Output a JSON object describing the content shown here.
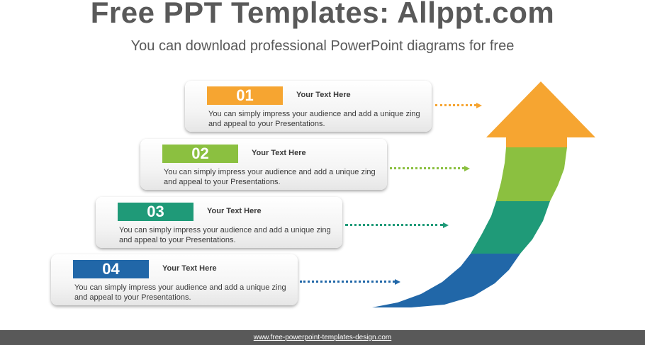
{
  "header": {
    "title": "Free PPT Templates: Allppt.com",
    "subtitle": "You can download professional PowerPoint diagrams for free"
  },
  "steps": [
    {
      "number": "01",
      "title": "Your Text Here",
      "text": "You can simply impress your audience and add a unique zing and appeal to your Presentations.",
      "color": "#F6A531"
    },
    {
      "number": "02",
      "title": "Your Text Here",
      "text": "You can simply impress your audience and add a unique zing and appeal to your Presentations.",
      "color": "#8BC040"
    },
    {
      "number": "03",
      "title": "Your Text Here",
      "text": "You can simply impress your audience and add a unique zing and appeal to your Presentations.",
      "color": "#1F9A78"
    },
    {
      "number": "04",
      "title": "Your Text Here",
      "text": "You can simply impress your audience and add a unique zing and appeal to your Presentations.",
      "color": "#2167A8"
    }
  ],
  "footer": {
    "url": "www.free-powerpoint-templates-design.com"
  }
}
